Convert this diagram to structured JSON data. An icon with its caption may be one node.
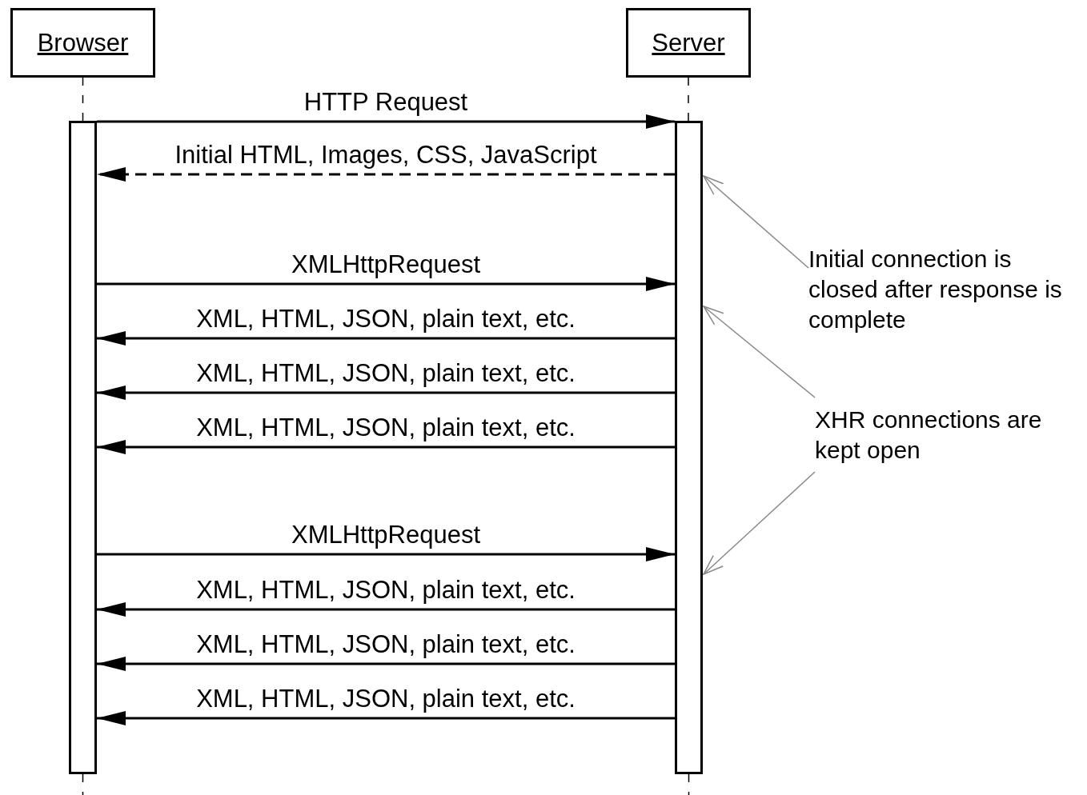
{
  "diagram": {
    "nodes": [
      {
        "text": [
          "Browser"
        ]
      },
      {
        "text": [
          "Server"
        ]
      },
      {
        "text": [],
        "shape": "bar"
      },
      {
        "text": [],
        "shape": "bar"
      },
      {
        "text": [
          "Initial connection is closed after response is complete"
        ]
      },
      {
        "text": [
          "XHR connections are kept open"
        ]
      }
    ],
    "edges": [
      {
        "from": 0,
        "to": 2,
        "arrow": "none",
        "style": "dashed"
      },
      {
        "from": 1,
        "to": 3,
        "arrow": "none",
        "style": "dashed"
      },
      {
        "from": 2,
        "to": 3,
        "arrow": "to",
        "label": "HTTP Request"
      },
      {
        "from": 3,
        "to": 2,
        "arrow": "to",
        "label": "Initial HTML, Images, CSS, JavaScript",
        "style": "dashed"
      },
      {
        "from": 2,
        "to": 3,
        "arrow": "to",
        "label": "XMLHttpRequest"
      },
      {
        "from": 3,
        "to": 2,
        "arrow": "to",
        "label": "XML, HTML, JSON, plain text, etc."
      },
      {
        "from": 3,
        "to": 2,
        "arrow": "to",
        "label": "XML, HTML, JSON, plain text, etc."
      },
      {
        "from": 3,
        "to": 2,
        "arrow": "to",
        "label": "XML, HTML, JSON, plain text, etc."
      },
      {
        "from": 2,
        "to": 3,
        "arrow": "to",
        "label": "XMLHttpRequest"
      },
      {
        "from": 3,
        "to": 2,
        "arrow": "to",
        "label": "XML, HTML, JSON, plain text, etc."
      },
      {
        "from": 3,
        "to": 2,
        "arrow": "to",
        "label": "XML, HTML, JSON, plain text, etc."
      },
      {
        "from": 3,
        "to": 2,
        "arrow": "to",
        "label": "XML, HTML, JSON, plain text, etc."
      },
      {
        "from": 4,
        "to": 3,
        "arrow": "to",
        "color": "#888888"
      },
      {
        "from": 5,
        "to": 3,
        "arrow": "to",
        "color": "#888888"
      },
      {
        "from": 5,
        "to": 3,
        "arrow": "to",
        "color": "#888888"
      },
      {
        "from": 2,
        "to": null,
        "arrow": "none",
        "style": "dashed"
      },
      {
        "from": 3,
        "to": null,
        "arrow": "none",
        "style": "dashed"
      }
    ]
  }
}
